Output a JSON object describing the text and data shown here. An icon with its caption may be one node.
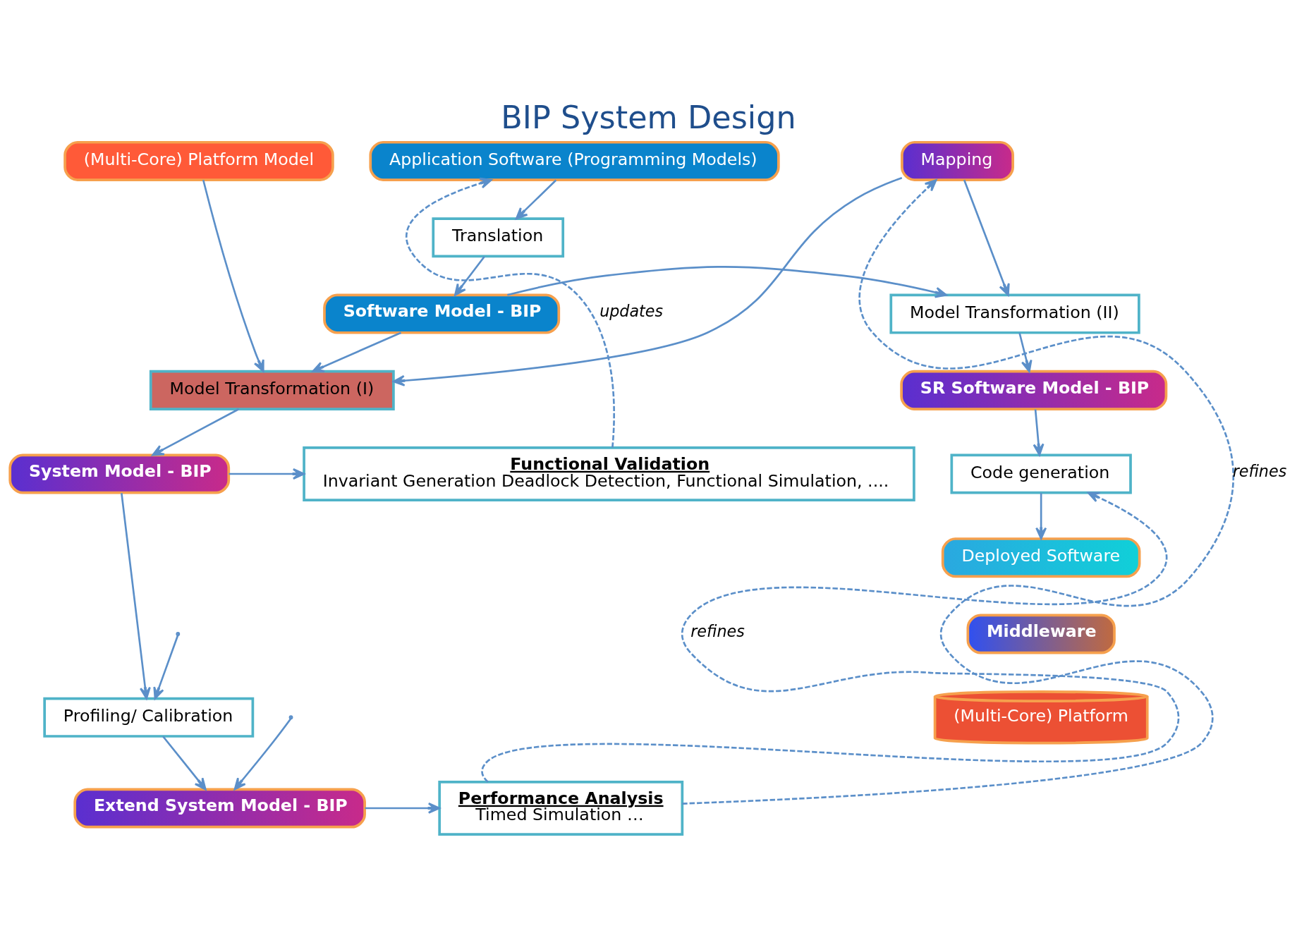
{
  "diagram": {
    "title": "BIP System Design",
    "nodes": [
      {
        "text": [
          "Application Software (Programming Models)"
        ]
      },
      {
        "text": [
          "(Multi-Core) Platform Model"
        ]
      },
      {
        "text": [
          "Mapping"
        ]
      },
      {
        "text": [
          "Translation"
        ]
      },
      {
        "text": [
          "Model Transformation (II)"
        ]
      },
      {
        "text": [
          "Software Model - BIP"
        ]
      },
      {
        "text": [
          "Model Transformation (I)"
        ]
      },
      {
        "text": [
          "SR Software Model - BIP"
        ]
      },
      {
        "text": [
          "Functional Validation",
          "Invariant Generation Deadlock Detection, Functional Simulation, ...."
        ]
      },
      {
        "text": [
          "System Model - BIP"
        ]
      },
      {
        "text": [
          "Code generation"
        ]
      },
      {
        "text": [
          "Profiling/ Calibration"
        ]
      },
      {
        "text": [
          "Performance Analysis",
          "Timed Simulation …"
        ]
      },
      {
        "text": [
          "Extend System Model - BIP"
        ]
      },
      {
        "text": [
          "Deployed Software"
        ]
      },
      {
        "text": [
          "Middleware"
        ]
      },
      {
        "text": [
          "(Multi-Core) Platform"
        ]
      }
    ],
    "edges": [
      {
        "from": 0,
        "to": 3,
        "arrow": "to"
      },
      {
        "from": 3,
        "to": 5,
        "arrow": "to"
      },
      {
        "from": 5,
        "to": 4,
        "arrow": "to"
      },
      {
        "from": 5,
        "to": 6,
        "arrow": "to"
      },
      {
        "from": 1,
        "to": 6,
        "arrow": "to"
      },
      {
        "from": 2,
        "to": 6,
        "arrow": "to"
      },
      {
        "from": 2,
        "to": 4,
        "arrow": "to"
      },
      {
        "from": 4,
        "to": 7,
        "arrow": "to"
      },
      {
        "from": 7,
        "to": 10,
        "arrow": "to"
      },
      {
        "from": 10,
        "to": 14,
        "arrow": "to"
      },
      {
        "from": 6,
        "to": 9,
        "arrow": "to"
      },
      {
        "from": 9,
        "to": 8,
        "arrow": "to"
      },
      {
        "from": 9,
        "to": 11,
        "arrow": "to"
      },
      {
        "from": 11,
        "to": 13,
        "arrow": "to"
      },
      {
        "from": 13,
        "to": 12,
        "arrow": "to"
      },
      {
        "from": null,
        "to": 11,
        "arrow": "to"
      },
      {
        "from": null,
        "to": 13,
        "arrow": "to"
      },
      {
        "from": 12,
        "to": 2,
        "arrow": "to",
        "style": "dashed",
        "label": "refines"
      },
      {
        "from": 12,
        "to": 10,
        "arrow": "to",
        "style": "dashed",
        "label": "refines"
      },
      {
        "from": 8,
        "to": 0,
        "arrow": "to",
        "style": "dashed",
        "label": "updates"
      }
    ]
  }
}
